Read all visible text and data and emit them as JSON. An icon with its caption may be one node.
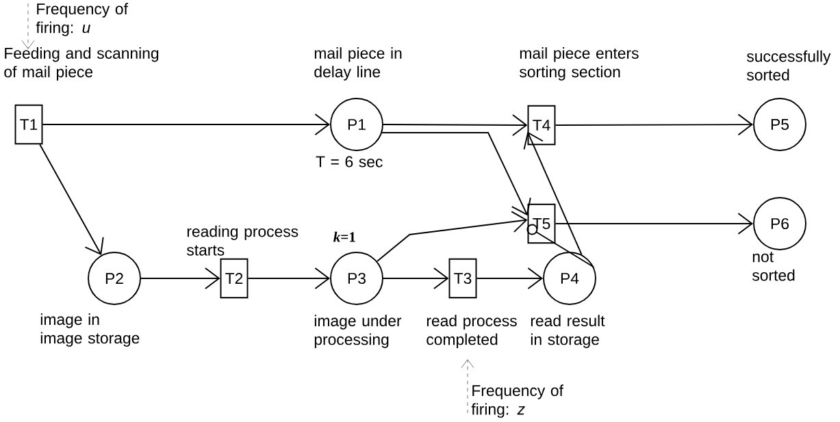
{
  "diagram": {
    "nodes": [
      {
        "text": [
          "T1"
        ],
        "beside": [
          "Feeding and scanning of mail piece"
        ]
      },
      {
        "text": [
          "P1"
        ],
        "beside": [
          "mail piece in delay line",
          "T = 6 sec"
        ]
      },
      {
        "text": [
          "T4"
        ],
        "beside": [
          "mail piece enters sorting section"
        ]
      },
      {
        "text": [
          "P5"
        ],
        "beside": [
          "successfully sorted"
        ]
      },
      {
        "text": [
          "T5"
        ]
      },
      {
        "text": [
          "P6"
        ],
        "beside": [
          "not sorted"
        ]
      },
      {
        "text": [
          "P2"
        ],
        "beside": [
          "image in image storage"
        ]
      },
      {
        "text": [
          "T2"
        ],
        "beside": [
          "reading process starts"
        ]
      },
      {
        "text": [
          "P3"
        ],
        "beside": [
          "image under processing"
        ]
      },
      {
        "text": [
          "T3"
        ],
        "beside": [
          "read process completed"
        ]
      },
      {
        "text": [
          "P4"
        ],
        "beside": [
          "read result in storage"
        ]
      }
    ],
    "edges": [
      {
        "from": 0,
        "to": 1,
        "arrow": "to"
      },
      {
        "from": 0,
        "to": 6,
        "arrow": "to"
      },
      {
        "from": 6,
        "to": 7,
        "arrow": "to"
      },
      {
        "from": 7,
        "to": 8,
        "arrow": "to"
      },
      {
        "from": 8,
        "to": 9,
        "arrow": "to"
      },
      {
        "from": 9,
        "to": 10,
        "arrow": "to"
      },
      {
        "from": 1,
        "to": 2,
        "arrow": "to"
      },
      {
        "from": 1,
        "to": 4,
        "arrow": "to"
      },
      {
        "from": 8,
        "to": 4,
        "arrow": "to",
        "label": "*k*=1"
      },
      {
        "from": 10,
        "to": 2,
        "arrow": "to"
      },
      {
        "from": 10,
        "to": 4,
        "arrow": "other"
      },
      {
        "from": 2,
        "to": 3,
        "arrow": "to"
      },
      {
        "from": 4,
        "to": 5,
        "arrow": "to"
      }
    ],
    "labels": [
      "Frequency of firing: *u*",
      "Frequency of firing: *z*"
    ]
  }
}
